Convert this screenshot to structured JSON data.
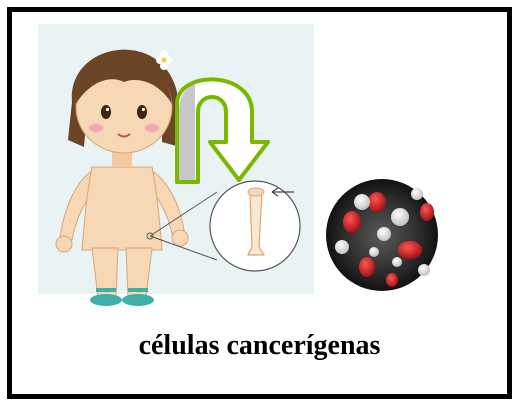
{
  "caption": "células cancerígenas",
  "icons": {
    "girl": "girl-illustration",
    "arrow": "curved-arrow-icon",
    "magnifier": "magnifier-circle-bone",
    "pointer": "pointer-arrow-icon",
    "flower": "flower-hairclip-icon",
    "blood_cells": "blood-cells-microscope"
  },
  "colors": {
    "border": "#000000",
    "arrow_fill": "#ffffff",
    "arrow_outline": "#7ab800",
    "skin": "#f7d8b5",
    "hair": "#6b4526",
    "sandal": "#3fb0a8",
    "red_cell": "#c4161c",
    "white_cell": "#f2f2f2"
  }
}
